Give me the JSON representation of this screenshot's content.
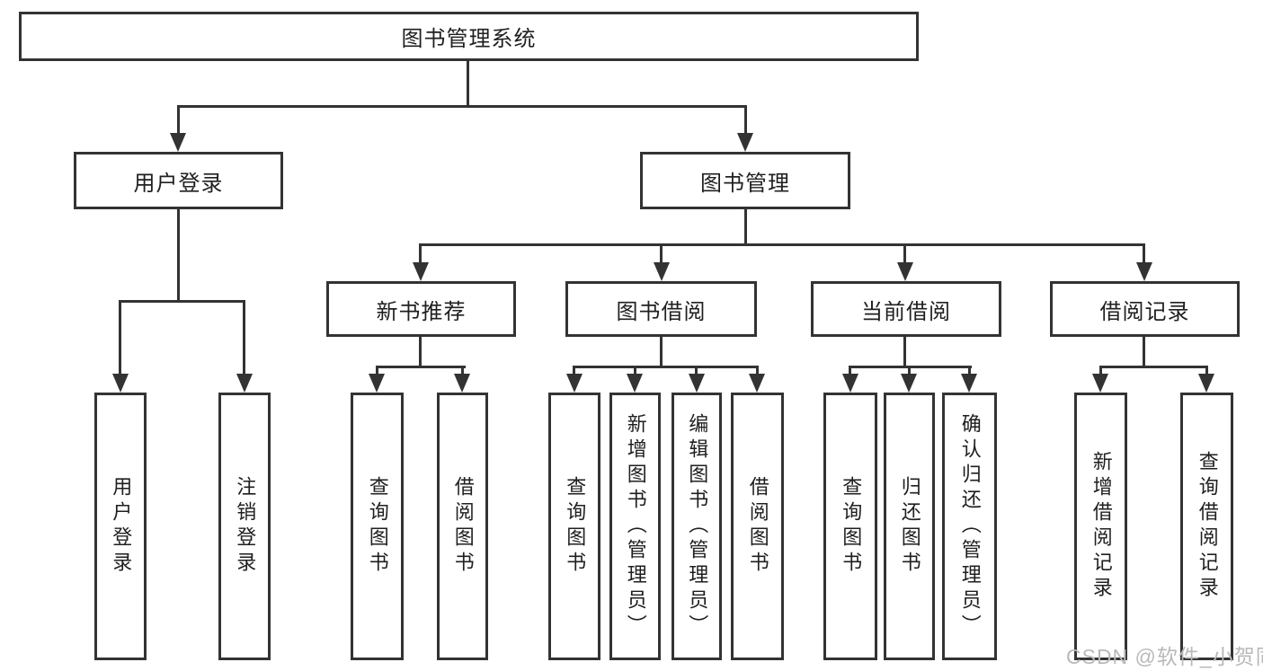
{
  "diagram": {
    "root": "图书管理系统",
    "branches": [
      {
        "label": "用户登录",
        "children": [
          "用户登录",
          "注销登录"
        ]
      },
      {
        "label": "图书管理",
        "sections": [
          {
            "label": "新书推荐",
            "children": [
              "查询图书",
              "借阅图书"
            ]
          },
          {
            "label": "图书借阅",
            "children": [
              "查询图书",
              "新增图书（管理员）",
              "编辑图书（管理员）",
              "借阅图书"
            ]
          },
          {
            "label": "当前借阅",
            "children": [
              "查询图书",
              "归还图书",
              "确认归还（管理员）"
            ]
          },
          {
            "label": "借阅记录",
            "children": [
              "新增借阅记录",
              "查询借阅记录"
            ]
          }
        ]
      }
    ]
  },
  "watermark": "CSDN @软件_小贺同学",
  "colors": {
    "line": "#333333",
    "text": "#1f1f1f",
    "watermark": "#b9b9b9",
    "background": "#ffffff"
  }
}
